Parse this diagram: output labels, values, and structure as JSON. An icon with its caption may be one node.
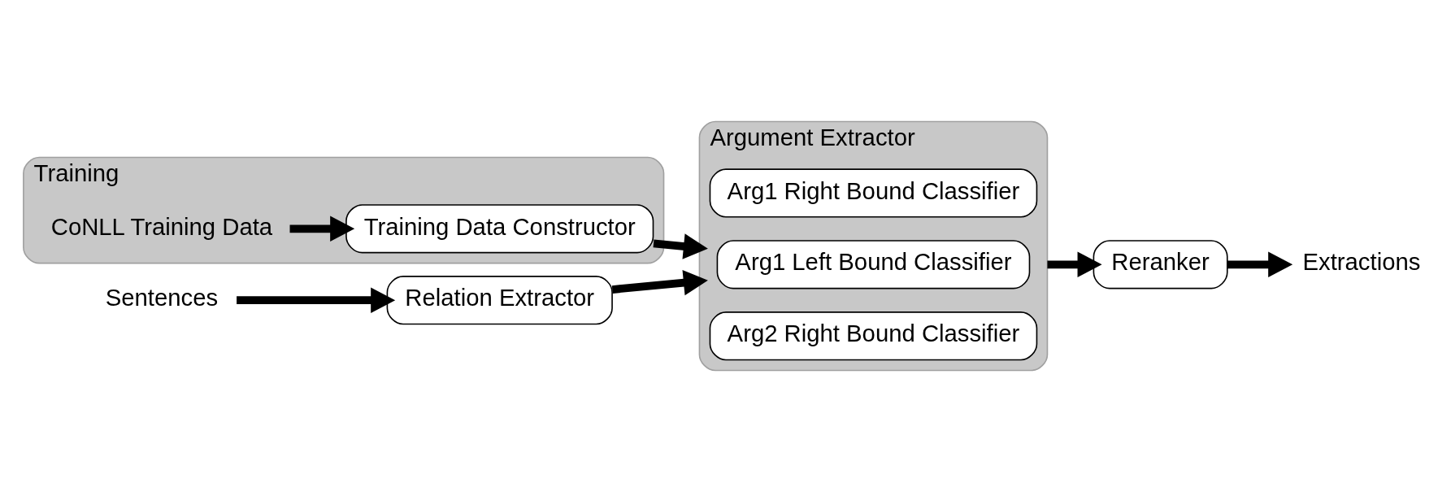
{
  "diagram": {
    "nodes": [
      {
        "text": [
          "Training"
        ]
      },
      {
        "text": [
          "CoNLL Training Data"
        ],
        "in": 0
      },
      {
        "text": [
          "Training Data Constructor"
        ],
        "in": 0
      },
      {
        "text": [
          "Argument Extractor"
        ]
      },
      {
        "text": [
          "Arg1 Right Bound Classifier"
        ],
        "in": 3
      },
      {
        "text": [
          "Arg1 Left Bound Classifier"
        ],
        "in": 3
      },
      {
        "text": [
          "Arg2 Right Bound Classifier"
        ],
        "in": 3
      },
      {
        "text": [
          "Sentences"
        ]
      },
      {
        "text": [
          "Relation Extractor"
        ]
      },
      {
        "text": [
          "Reranker"
        ]
      },
      {
        "text": [
          "Extractions"
        ]
      }
    ],
    "edges": [
      {
        "from": 1,
        "to": 2,
        "arrow": "to"
      },
      {
        "from": 2,
        "to": 3,
        "arrow": "to"
      },
      {
        "from": 7,
        "to": 8,
        "arrow": "to"
      },
      {
        "from": 8,
        "to": 3,
        "arrow": "to"
      },
      {
        "from": 3,
        "to": 9,
        "arrow": "to"
      },
      {
        "from": 9,
        "to": 10,
        "arrow": "to"
      }
    ]
  }
}
